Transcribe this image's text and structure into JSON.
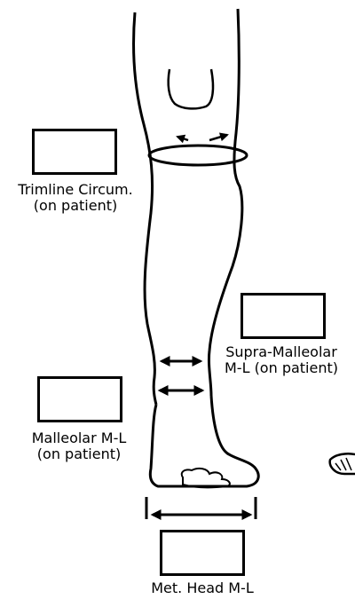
{
  "diagram": {
    "line_color": "#000000",
    "background": "#ffffff",
    "fields": {
      "trimline": {
        "line1": "Trimline Circum.",
        "line2": "(on patient)"
      },
      "supra_malleolar": {
        "line1": "Supra-Malleolar",
        "line2": "M-L (on patient)"
      },
      "malleolar": {
        "line1": "Malleolar M-L",
        "line2": "(on patient)"
      },
      "met_head": {
        "line1": "Met. Head M-L"
      }
    }
  }
}
